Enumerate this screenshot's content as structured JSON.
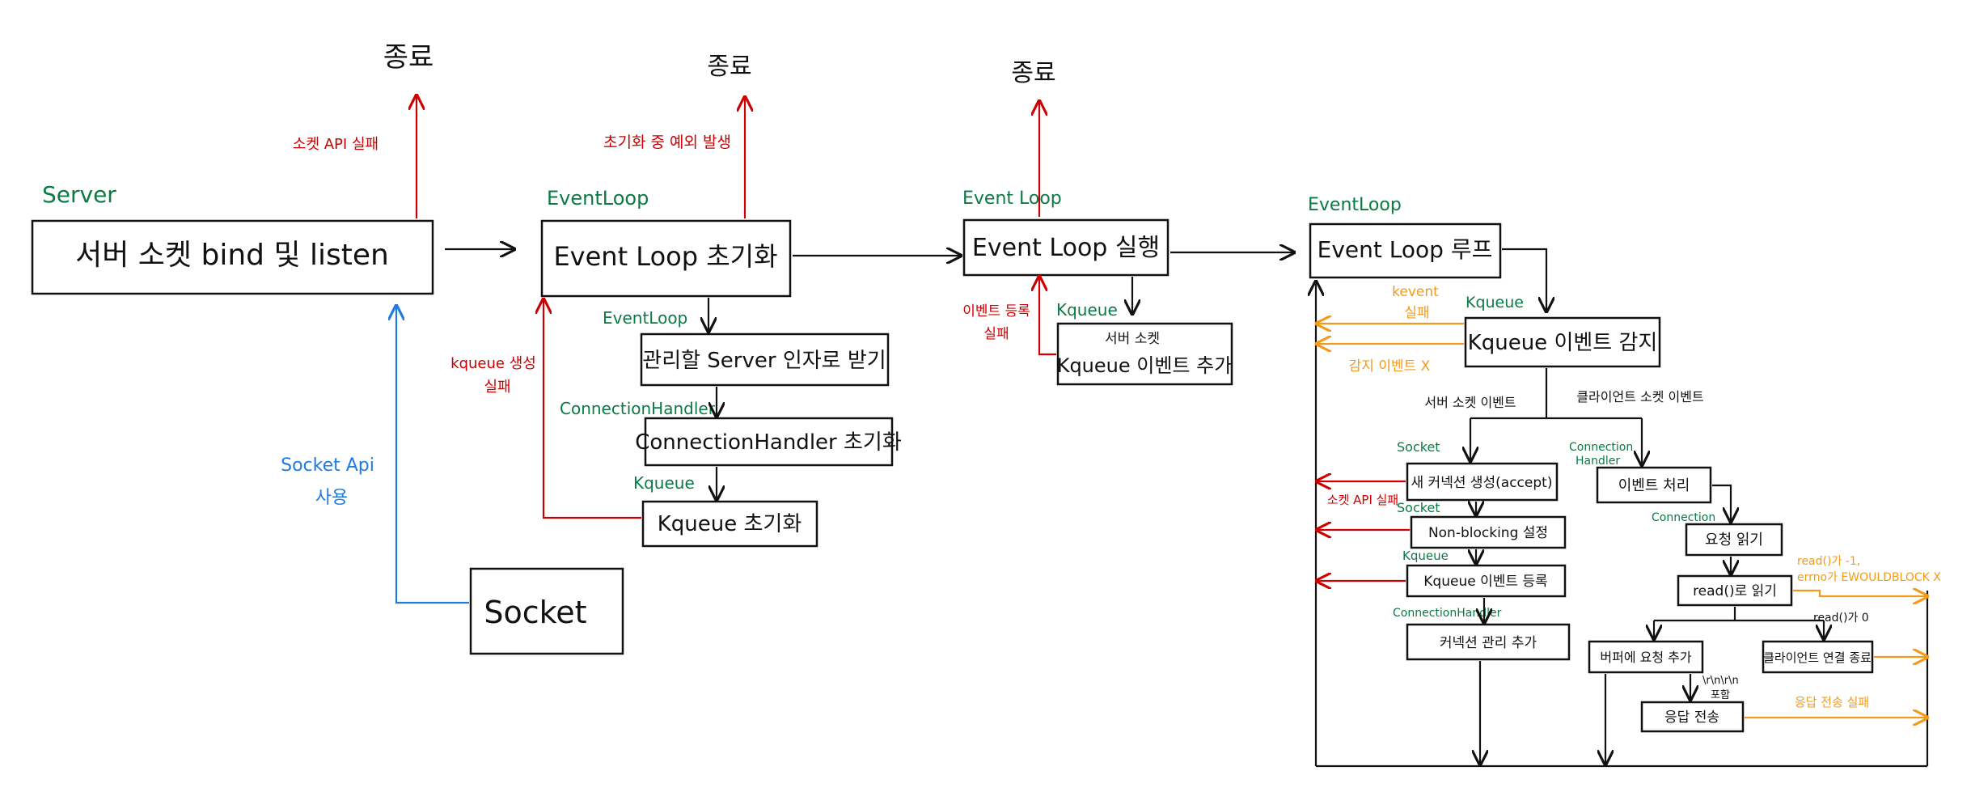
{
  "nodes": {
    "server_bind": "서버 소켓 bind 및 listen",
    "socket": "Socket",
    "el_init": "Event Loop 초기화",
    "receive_server": "관리할 Server 인자로 받기",
    "ch_init": "ConnectionHandler 초기화",
    "kq_init": "Kqueue 초기화",
    "el_run": "Event Loop 실행",
    "kq_add_line1": "서버 소켓",
    "kq_add_line2": "Kqueue 이벤트 추가",
    "el_loop": "Event Loop 루프",
    "kq_detect": "Kqueue 이벤트 감지",
    "new_conn": "새 커넥션 생성(accept)",
    "nonblock": "Non-blocking 설정",
    "kq_register": "Kqueue 이벤트 등록",
    "conn_add": "커넥션 관리 추가",
    "event_handle": "이벤트 처리",
    "req_read": "요청 읽기",
    "read_call": "read()로 읽기",
    "buf_add": "버퍼에 요청 추가",
    "client_close": "클라이언트 연결 종료",
    "resp_send": "응답 전송"
  },
  "labels": {
    "end1": "종료",
    "end2": "종료",
    "end3": "종료",
    "server": "Server",
    "eventloop1": "EventLoop",
    "eventloop2": "EventLoop",
    "eventloop3": "Event Loop",
    "eventloop4": "EventLoop",
    "connection_handler": "ConnectionHandler",
    "kqueue1": "Kqueue",
    "kqueue2": "Kqueue",
    "kqueue3": "Kqueue",
    "kqueue4": "Kqueue",
    "socket_api_fail": "소켓 API 실패",
    "init_exception": "초기화 중 예외 발생",
    "kqueue_create_fail_1": "kqueue 생성",
    "kqueue_create_fail_2": "실패",
    "event_reg_fail_1": "이벤트 등록",
    "event_reg_fail_2": "실패",
    "socket_api_use_1": "Socket Api",
    "socket_api_use_2": "사용",
    "kevent_fail_1": "kevent",
    "kevent_fail_2": "실패",
    "no_detect": "감지 이벤트 X",
    "server_socket_event": "서버 소켓 이벤트",
    "client_socket_event": "클라이언트 소켓 이벤트",
    "socket_label1": "Socket",
    "socket_label2": "Socket",
    "ch_label_1": "Connection",
    "ch_label_2": "Handler",
    "ch_label3": "ConnectionHandler",
    "connection_label": "Connection",
    "socket_api_fail2": "소켓 API 실패",
    "read_neg_1": "read()가 -1,",
    "read_neg_2": "errno가 EWOULDBLOCK X",
    "read_zero": "read()가 0",
    "request_complete_1": "\\r\\n\\r\\n",
    "request_complete_2": "포함",
    "resp_fail": "응답 전송 실패"
  },
  "colors": {
    "error": "#cc0000",
    "label": "#0b7a45",
    "socket_api": "#1e7be0",
    "warning": "#f29a1a",
    "flow": "#111111"
  }
}
